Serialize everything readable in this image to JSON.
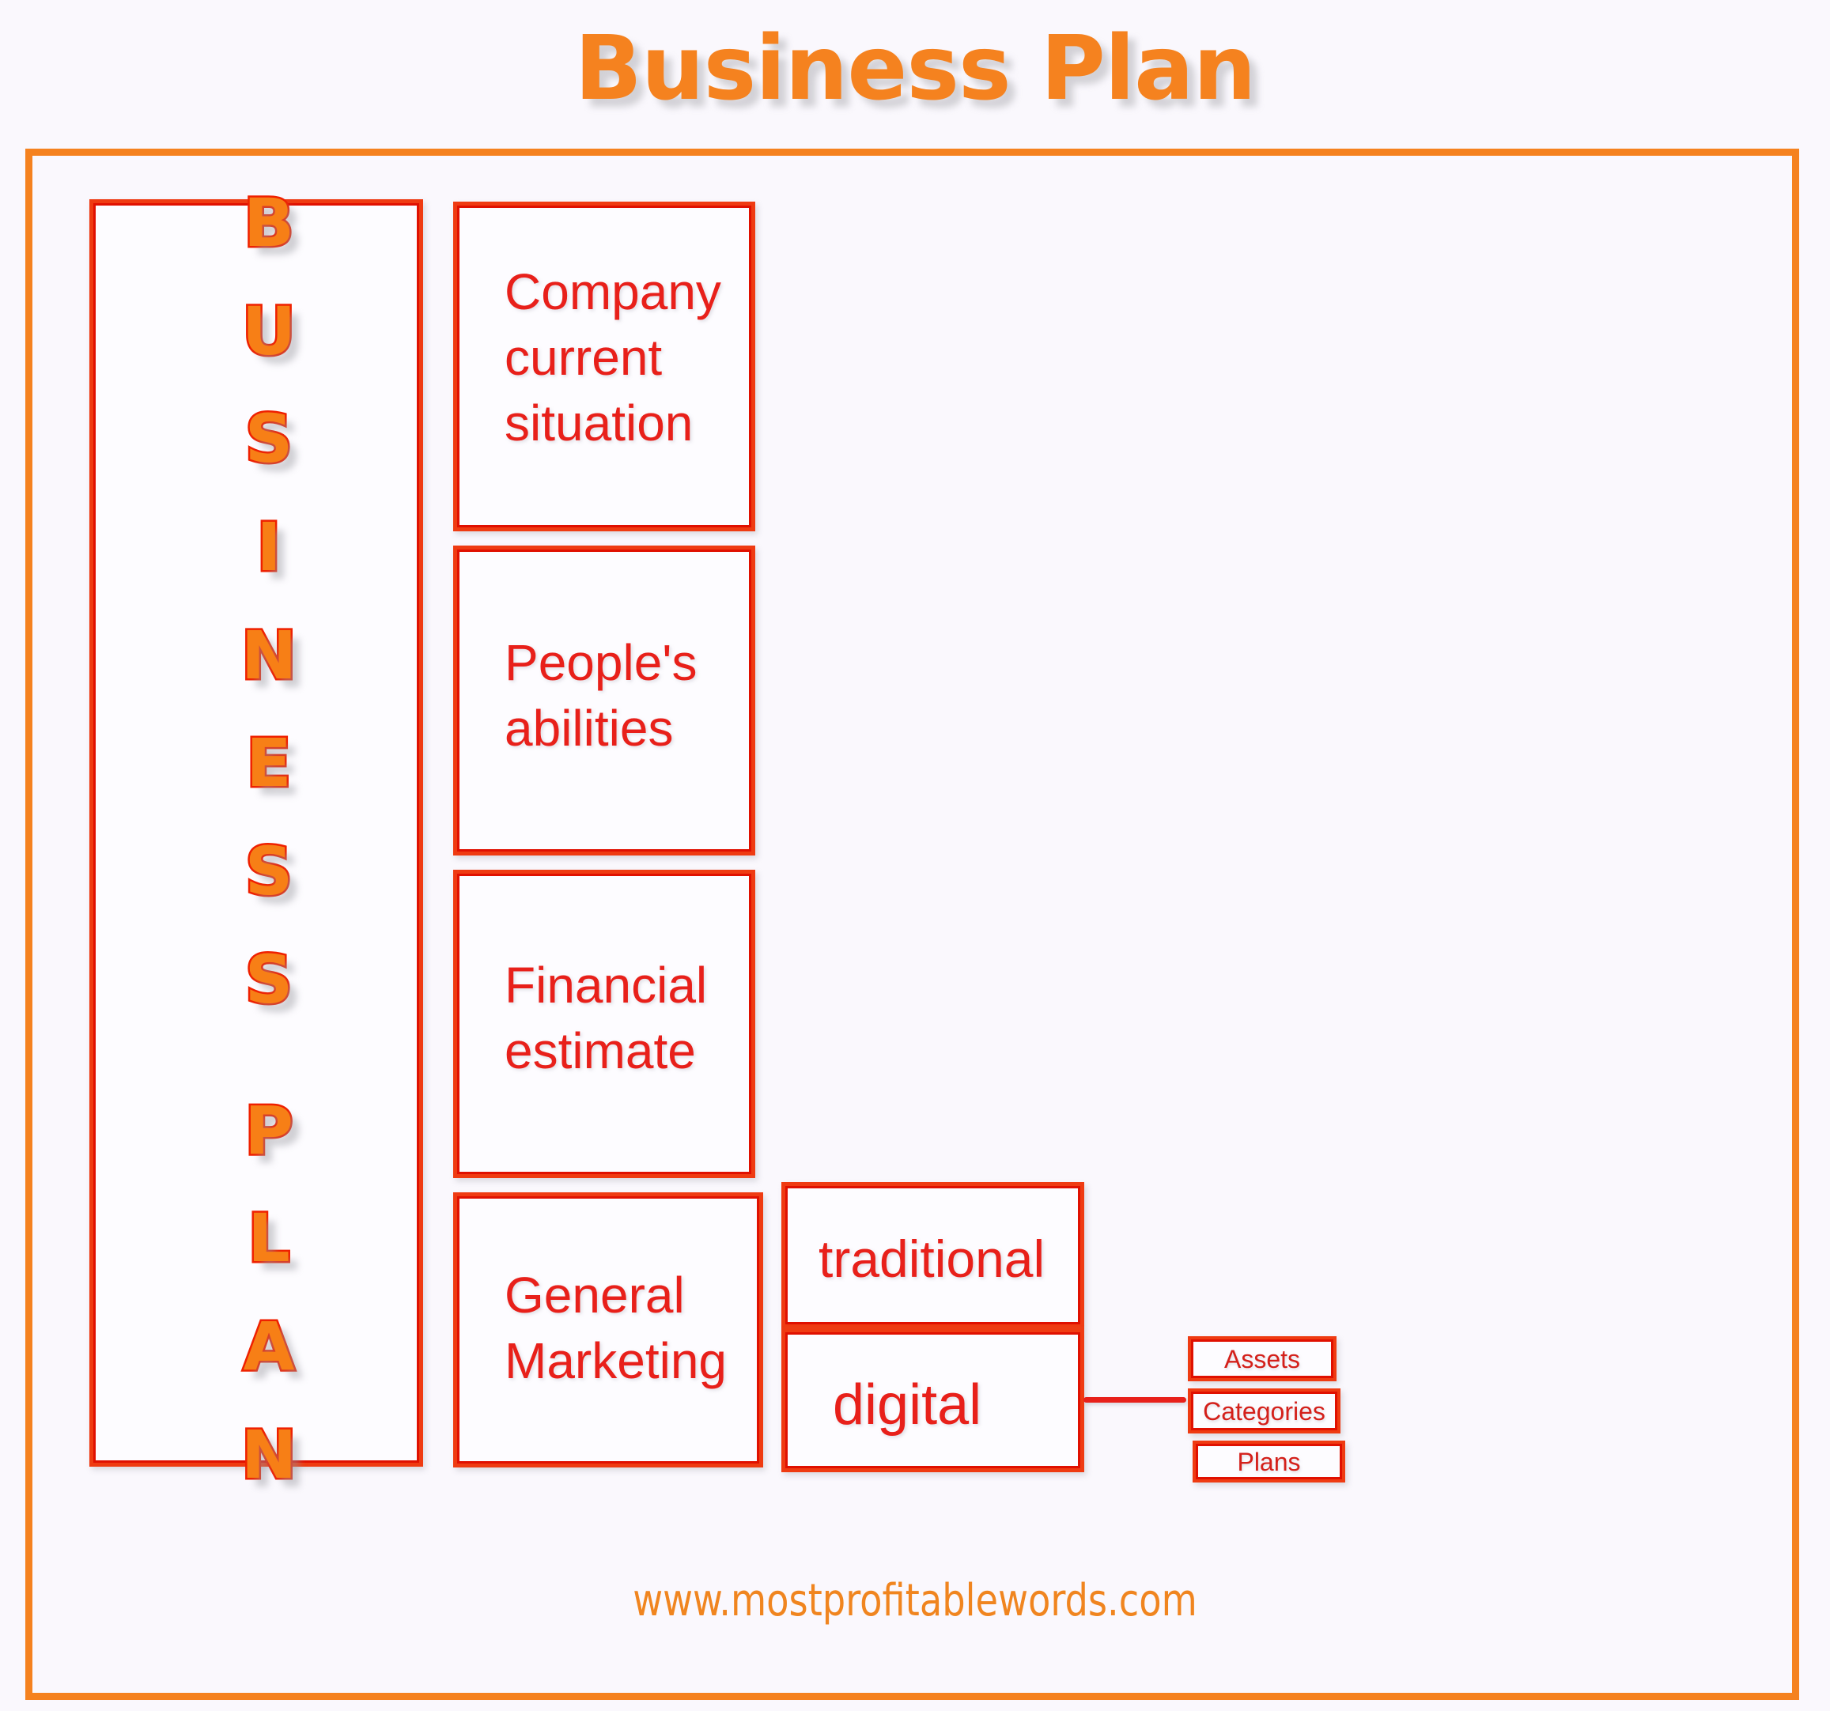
{
  "page": {
    "title": "Business Plan",
    "background_color": "#faf8fd",
    "frame_color": "#f5821f",
    "box_border_color": "#ef3b12",
    "box_text_color": "#e8201a",
    "title_color": "#f5821f",
    "footer_color": "#f0851f"
  },
  "vertical_label": {
    "text": "BUSINESS PLAN",
    "letters": [
      "B",
      "U",
      "S",
      "I",
      "N",
      "E",
      "S",
      "S",
      " ",
      "P",
      "L",
      "A",
      "N"
    ]
  },
  "main_boxes": [
    {
      "label": "Company current situation"
    },
    {
      "label": "People's abilities"
    },
    {
      "label": "Financial estimate"
    },
    {
      "label": "General Marketing"
    }
  ],
  "marketing_boxes": [
    {
      "label": "traditional"
    },
    {
      "label": "digital"
    }
  ],
  "digital_detail_boxes": [
    {
      "label": "Assets"
    },
    {
      "label": "Categories"
    },
    {
      "label": "Plans"
    }
  ],
  "footer": {
    "url": "www.mostprofitablewords.com"
  }
}
